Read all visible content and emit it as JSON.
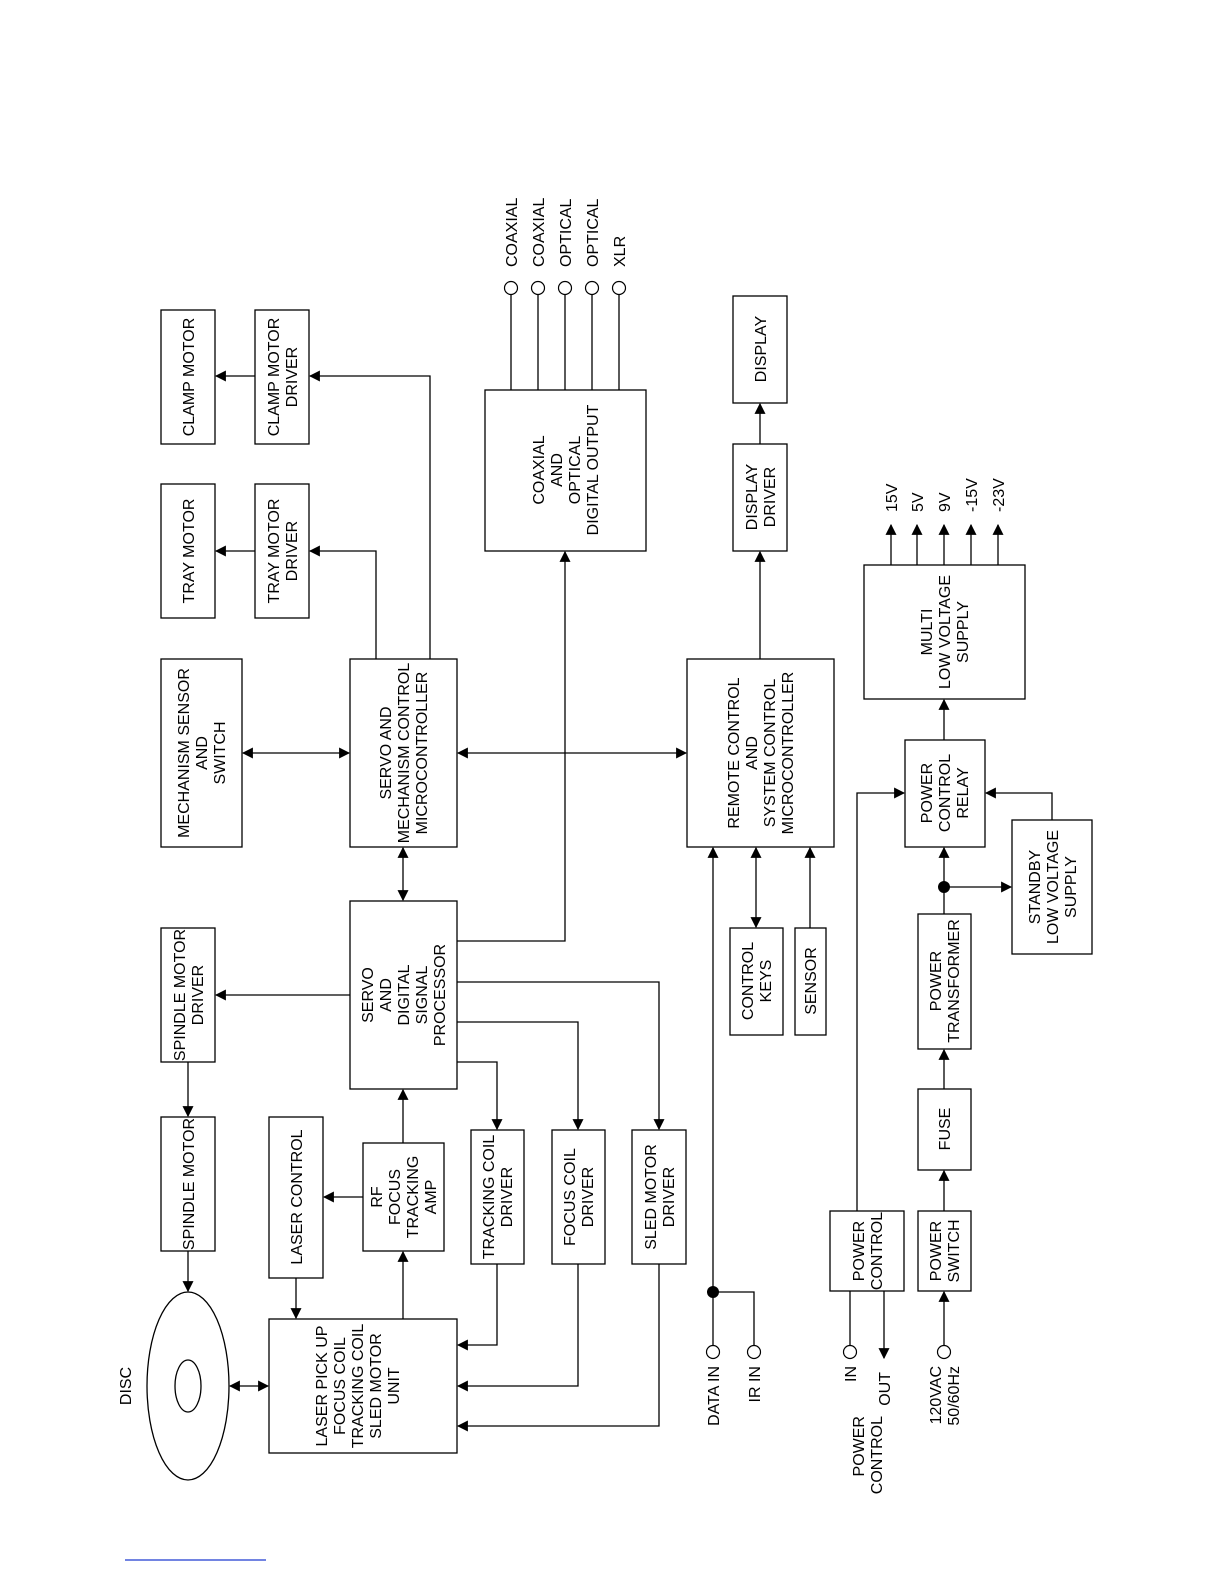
{
  "blocks": {
    "clamp_motor": [
      "CLAMP MOTOR"
    ],
    "clamp_motor_driver": [
      "CLAMP MOTOR",
      "DRIVER"
    ],
    "tray_motor": [
      "TRAY MOTOR"
    ],
    "tray_motor_driver": [
      "TRAY MOTOR",
      "DRIVER"
    ],
    "mechanism_sensor": [
      "MECHANISM SENSOR",
      "AND",
      "SWITCH"
    ],
    "servo_mech_ctrl": [
      "SERVO AND",
      "MECHANISM CONTROL",
      "MICROCONTROLLER"
    ],
    "coax_optical_out": [
      "COAXIAL",
      "AND",
      "OPTICAL",
      "DIGITAL OUTPUT"
    ],
    "display": [
      "DISPLAY"
    ],
    "display_driver": [
      "DISPLAY",
      "DRIVER"
    ],
    "remote_system_ctrl": [
      "REMOTE CONTROL",
      "AND",
      "SYSTEM CONTROL",
      "MICROCONTROLLER"
    ],
    "multi_lv_supply": [
      "MULTI",
      "LOW VOLTAGE",
      "SUPPLY"
    ],
    "power_control_relay": [
      "POWER",
      "CONTROL",
      "RELAY"
    ],
    "standby_lv_supply": [
      "STANDBY",
      "LOW VOLTAGE",
      "SUPPLY"
    ],
    "servo_dsp": [
      "SERVO",
      "AND",
      "DIGITAL",
      "SIGNAL",
      "PROCESSOR"
    ],
    "spindle_motor_driver": [
      "SPINDLE MOTOR",
      "DRIVER"
    ],
    "spindle_motor": [
      "SPINDLE MOTOR"
    ],
    "laser_control": [
      "LASER CONTROL"
    ],
    "rf_amp": [
      "RF",
      "FOCUS",
      "TRACKING",
      "AMP"
    ],
    "tracking_coil_driver": [
      "TRACKING COIL",
      "DRIVER"
    ],
    "focus_coil_driver": [
      "FOCUS COIL",
      "DRIVER"
    ],
    "sled_motor_driver": [
      "SLED MOTOR",
      "DRIVER"
    ],
    "pickup_unit": [
      "LASER PICK UP",
      "FOCUS COIL",
      "TRACKING COIL",
      "SLED MOTOR",
      "UNIT"
    ],
    "control_keys": [
      "CONTROL",
      "KEYS"
    ],
    "sensor": [
      "SENSOR"
    ],
    "power_transformer": [
      "POWER",
      "TRANSFORMER"
    ],
    "fuse": [
      "FUSE"
    ],
    "power_control": [
      "POWER",
      "CONTROL"
    ],
    "power_switch": [
      "POWER",
      "SWITCH"
    ]
  },
  "outputs": [
    "COAXIAL",
    "COAXIAL",
    "OPTICAL",
    "OPTICAL",
    "XLR"
  ],
  "voltages": [
    "15V",
    "5V",
    "9V",
    "-15V",
    "-23V"
  ],
  "labels": {
    "disc": "DISC",
    "data_in": "DATA IN",
    "ir_in": "IR IN",
    "pc_in": "IN",
    "pc_out": "OUT",
    "pc_title": [
      "POWER",
      "CONTROL"
    ],
    "ac_in": [
      "120VAC",
      "50/60Hz"
    ]
  },
  "colors": {
    "ink": "#000000",
    "footer_rule": "#1f3bd1"
  }
}
